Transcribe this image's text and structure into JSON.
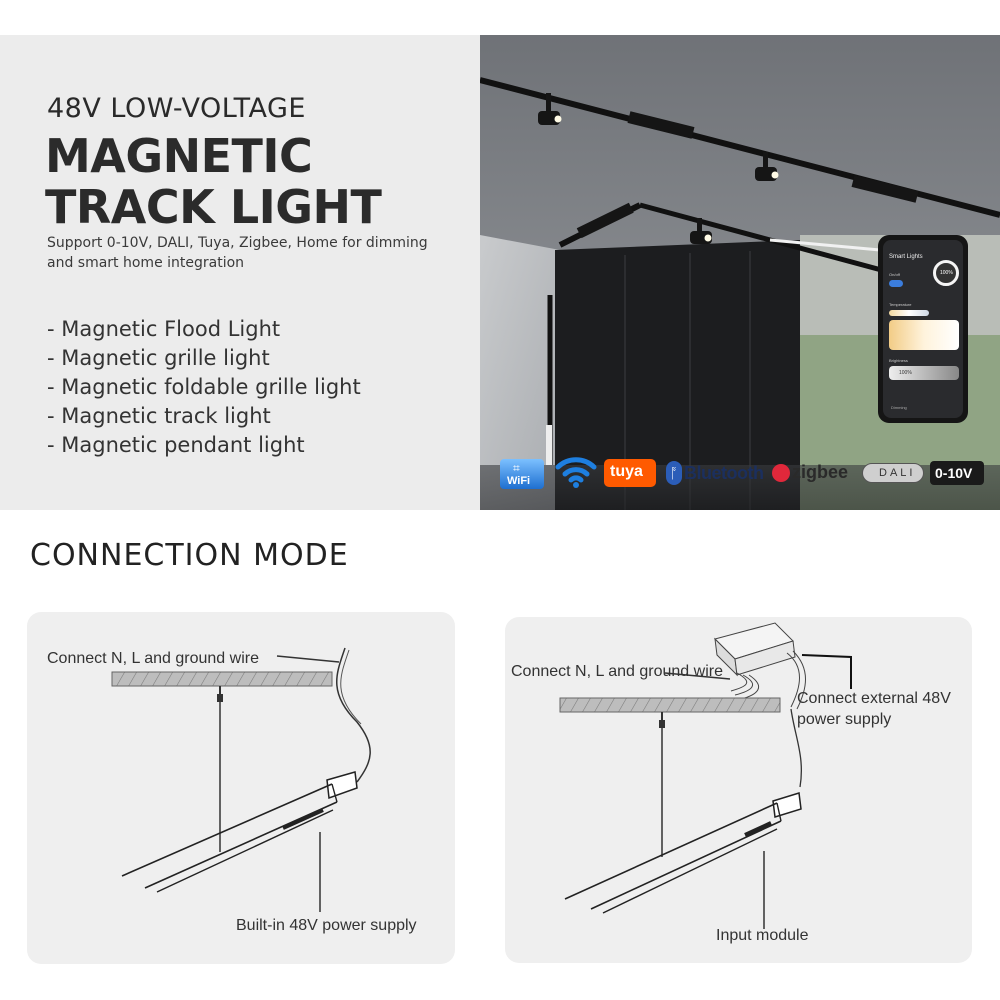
{
  "hero": {
    "subtitle": "48V LOW-VOLTAGE",
    "title_line1": "MAGNETIC",
    "title_line2": "TRACK LIGHT",
    "description": "Support 0-10V, DALI, Tuya, Zigbee, Home for dimming and smart home integration",
    "features": [
      "- Magnetic Flood Light",
      "- Magnetic grille light",
      "- Magnetic foldable grille light",
      "- Magnetic track light",
      "- Magnetic pendant light"
    ]
  },
  "phone": {
    "app_title": "Smart Lights",
    "onoff": "On/off",
    "temperature": "Temperature",
    "brightness": "Brightness",
    "brightness_value": "100%",
    "dial_value": "100%",
    "tab": "Dimming"
  },
  "protocols": {
    "wifi": "WiFi",
    "tuya": "tuya",
    "bluetooth": "Bluetooth",
    "zigbee": "zigbee",
    "dali": "DALI",
    "zero_ten": "0-10V"
  },
  "connection": {
    "section_title": "CONNECTION MODE",
    "left": {
      "wire_label": "Connect N, L and ground wire",
      "supply_label": "Built-in 48V power supply"
    },
    "right": {
      "wire_label": "Connect N, L and ground wire",
      "external_label_line1": "Connect external 48V",
      "external_label_line2": "power supply",
      "module_label": "Input module"
    }
  }
}
